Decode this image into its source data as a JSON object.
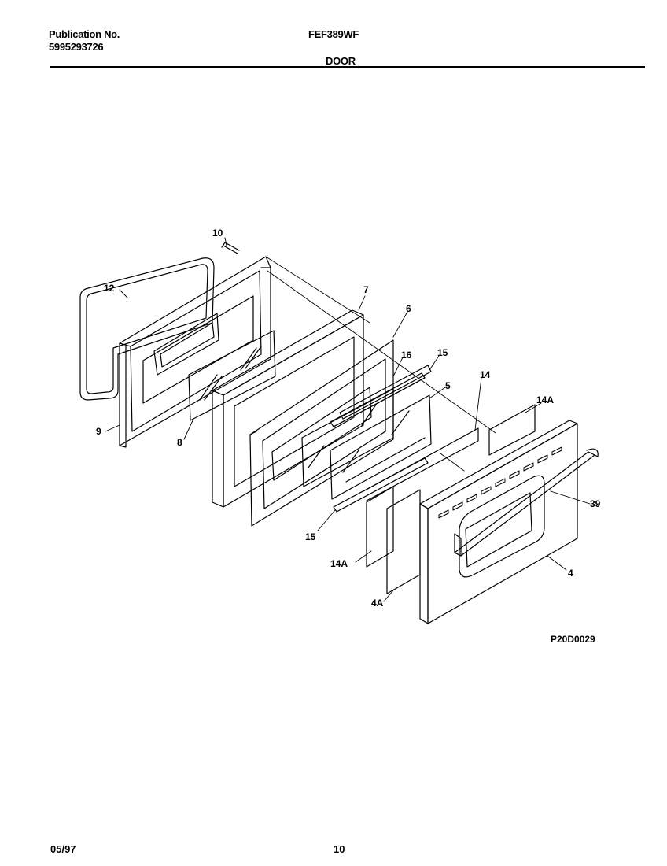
{
  "header": {
    "publication_label": "Publication No.",
    "publication_number": "5995293726",
    "model": "FEF389WF",
    "section": "DOOR"
  },
  "diagram": {
    "callouts": {
      "c10": "10",
      "c12": "12",
      "c9": "9",
      "c8": "8",
      "c7": "7",
      "c6": "6",
      "c16": "16",
      "c15a": "15",
      "c5": "5",
      "c14": "14",
      "c14a_top": "14A",
      "c39": "39",
      "c15b": "15",
      "c14a_bottom": "14A",
      "c4": "4",
      "c4a": "4A"
    },
    "drawing_code": "P20D0029"
  },
  "footer": {
    "date": "05/97",
    "page": "10"
  }
}
